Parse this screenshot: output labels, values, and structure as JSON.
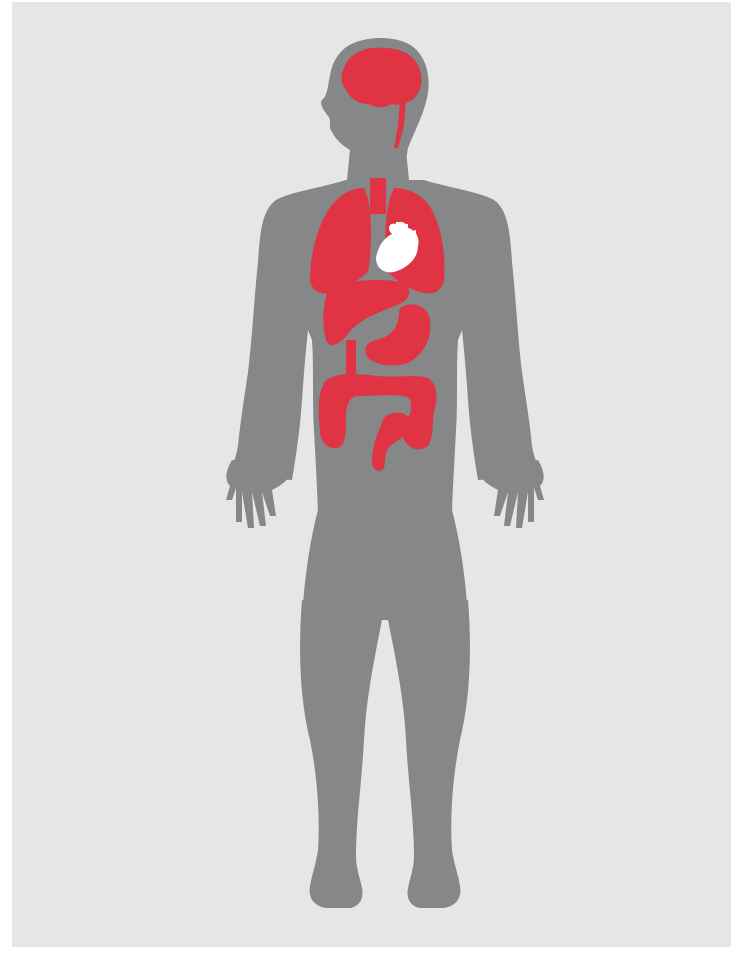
{
  "colors": {
    "page": "#ffffff",
    "panel": "#e6e6e6",
    "body": "#868789",
    "organ": "#e03444",
    "heart": "#ffffff"
  },
  "figure": {
    "subject": "human-body-front-view",
    "organs": [
      "brain",
      "spinal-cord",
      "trachea",
      "lungs",
      "heart",
      "liver",
      "stomach",
      "small-intestine",
      "large-intestine",
      "rectum"
    ],
    "highlighted_organ": "heart"
  }
}
